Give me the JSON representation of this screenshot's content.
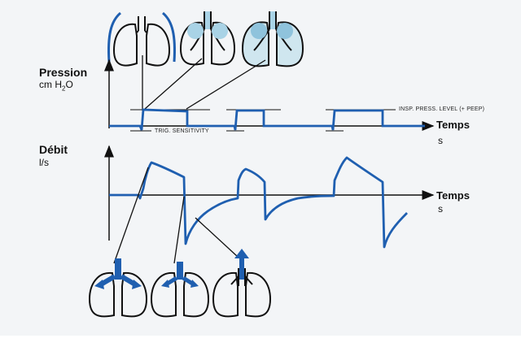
{
  "pressure_axis": {
    "title": "Pression",
    "unit_main": "cm H",
    "unit_sub": "2",
    "unit_end": "O"
  },
  "flow_axis": {
    "title": "Débit",
    "unit": "l/s"
  },
  "time_axis_top": {
    "label": "Temps",
    "unit": "s"
  },
  "time_axis_bottom": {
    "label": "Temps",
    "unit": "s"
  },
  "annotations": {
    "insp_level": "INSP. PRESS. LEVEL (+ PEEP)",
    "trigger": "TRIG. SENSITIVITY"
  },
  "colors": {
    "trace": "#1f5fb0",
    "ink": "#111111",
    "lung_fill": "#a9d3e6",
    "arrow": "#1f5fb0"
  },
  "icons": [
    "lung-collapsed-icon",
    "lung-partially-inflated-icon",
    "lung-inflated-icon",
    "lung-inspiration-arrows-icon",
    "lung-inspiration-end-arrows-icon",
    "lung-expiration-arrow-icon"
  ]
}
